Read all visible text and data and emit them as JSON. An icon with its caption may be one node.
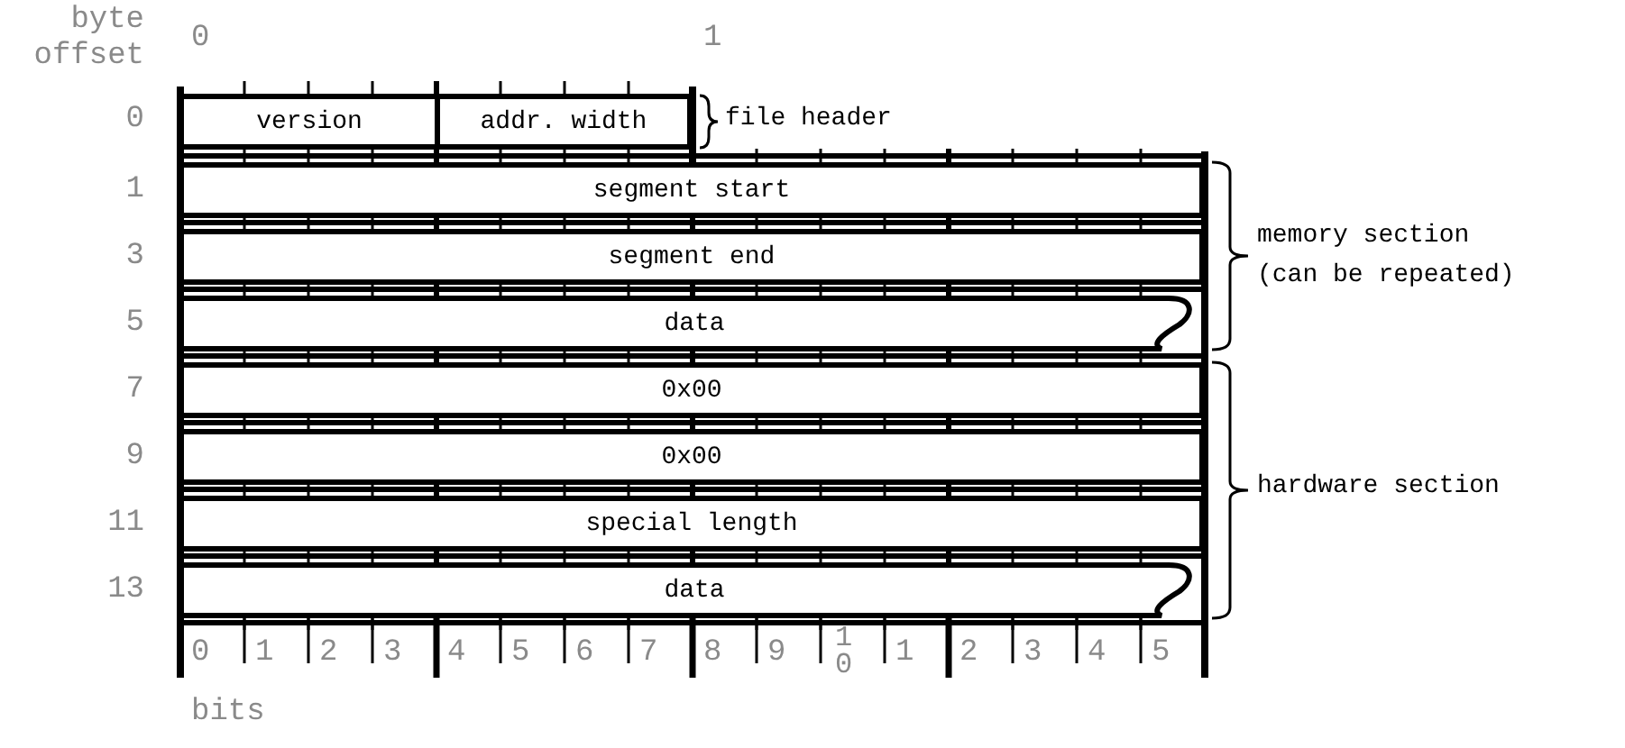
{
  "diagram": {
    "nodes": [
      {
        "text": [
          "version"
        ]
      },
      {
        "text": [
          "addr. width"
        ]
      },
      {
        "text": [
          "segment start"
        ]
      },
      {
        "text": [
          "segment end"
        ]
      },
      {
        "text": [
          "data"
        ]
      },
      {
        "text": [
          "0x00"
        ]
      },
      {
        "text": [
          "0x00"
        ]
      },
      {
        "text": [
          "special length"
        ]
      },
      {
        "text": [
          "data"
        ]
      }
    ],
    "edges": [],
    "labels": [
      "byte offset",
      "0",
      "1",
      "0",
      "file header",
      "1",
      "memory section (can be repeated)",
      "3",
      "5",
      "7",
      "9",
      "hardware section",
      "11",
      "13",
      "0",
      "1",
      "2",
      "3",
      "4",
      "5",
      "6",
      "7",
      "8",
      "9",
      "10",
      "1",
      "2",
      "3",
      "4",
      "5",
      "bits"
    ]
  }
}
